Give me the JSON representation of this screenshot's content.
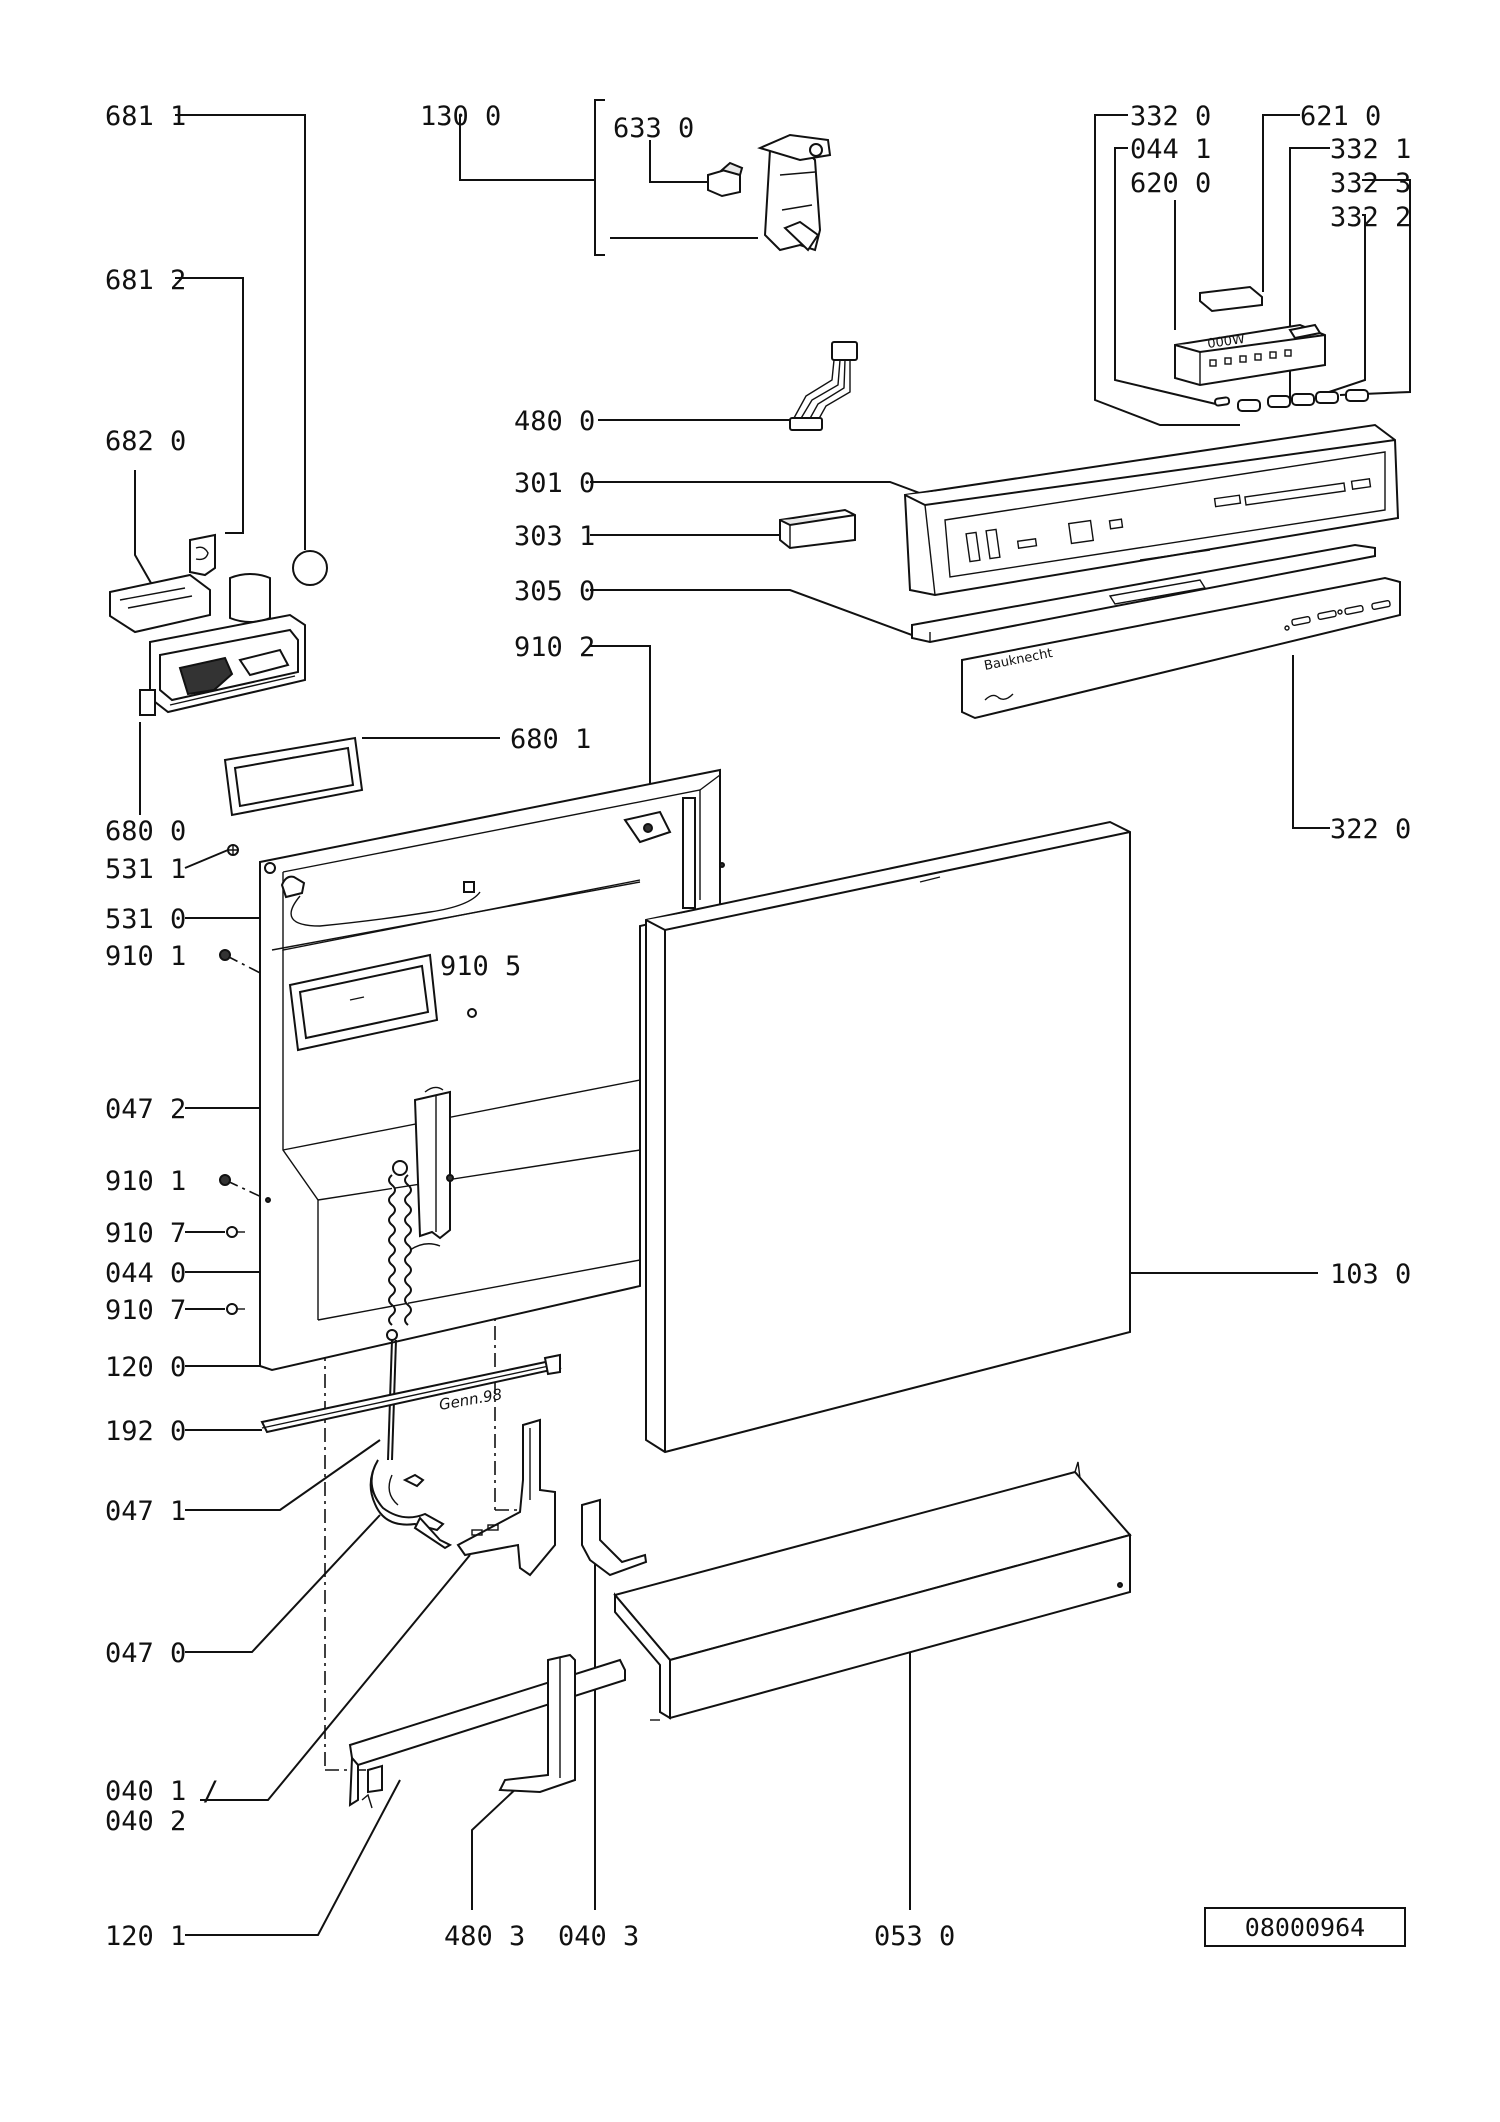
{
  "labels": {
    "l_681_1": "681 1",
    "l_681_2": "681 2",
    "l_682_0": "682 0",
    "l_680_0": "680 0",
    "l_680_1": "680 1",
    "l_130_0": "130 0",
    "l_633_0": "633 0",
    "l_480_0": "480 0",
    "l_301_0": "301 0",
    "l_303_1": "303 1",
    "l_305_0": "305 0",
    "l_910_2": "910 2",
    "l_332_0": "332 0",
    "l_044_1": "044 1",
    "l_620_0": "620 0",
    "l_621_0": "621 0",
    "l_332_1": "332 1",
    "l_332_3": "332 3",
    "l_332_2": "332 2",
    "l_322_0": "322 0",
    "l_531_1": "531 1",
    "l_531_0": "531 0",
    "l_910_1a": "910 1",
    "l_910_5": "910 5",
    "l_047_2": "047 2",
    "l_910_1b": "910 1",
    "l_910_7a": "910 7",
    "l_044_0": "044 0",
    "l_910_7b": "910 7",
    "l_120_0": "120 0",
    "l_192_0": "192 0",
    "l_047_1": "047 1",
    "l_047_0": "047 0",
    "l_040_1": "040 1 /",
    "l_040_2": "040 2",
    "l_120_1": "120 1",
    "l_480_3": "480 3",
    "l_040_3": "040 3",
    "l_053_0": "053 0",
    "l_103_0": "103 0"
  },
  "panel_brand": "Bauknecht",
  "door_stamp": "Genn.98",
  "drawing_code": "08000964",
  "colors": {
    "ink": "#111111",
    "paper": "#ffffff"
  }
}
